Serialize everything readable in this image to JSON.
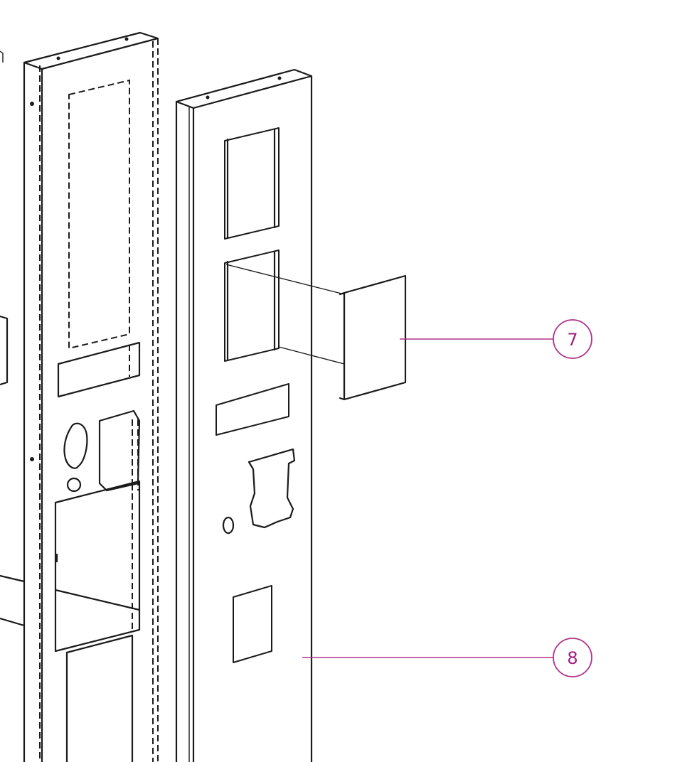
{
  "callouts": [
    {
      "id": "7",
      "label": "7"
    },
    {
      "id": "8",
      "label": "8"
    }
  ],
  "colors": {
    "line": "#1a1a1a",
    "callout": "#b0338c",
    "callout_text": "#9b1f7c",
    "background": "#ffffff"
  }
}
